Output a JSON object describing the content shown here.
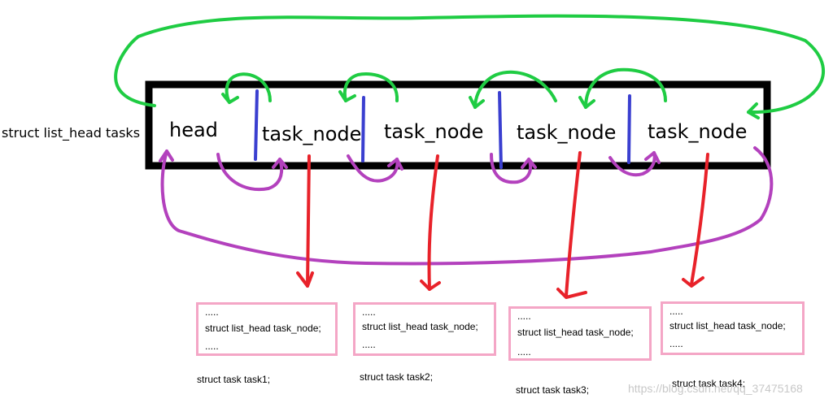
{
  "left_label": "struct list_head tasks",
  "nodes": [
    {
      "label": "head"
    },
    {
      "label": "task_node"
    },
    {
      "label": "task_node"
    },
    {
      "label": "task_node"
    },
    {
      "label": "task_node"
    }
  ],
  "structs": [
    {
      "dots_top": ".....",
      "field": "struct list_head task_node;",
      "dots_bottom": ".....",
      "caption": "struct task task1;"
    },
    {
      "dots_top": ".....",
      "field": "struct list_head task_node;",
      "dots_bottom": ".....",
      "caption": "struct task task2;"
    },
    {
      "dots_top": ".....",
      "field": "struct list_head task_node;",
      "dots_bottom": ".....",
      "caption": "struct task task3;"
    },
    {
      "dots_top": ".....",
      "field": "struct list_head task_node;",
      "dots_bottom": ".....",
      "caption": "struct task task4;"
    }
  ],
  "watermark": "https://blog.csdn.net/qq_37475168",
  "colors": {
    "next_arrows": "#1fcc43",
    "prev_arrows": "#b341bd",
    "pointer_arrows": "#e8222a",
    "dividers": "#3a3fd0",
    "frame": "#000000",
    "struct_border": "#f4a6c6"
  }
}
